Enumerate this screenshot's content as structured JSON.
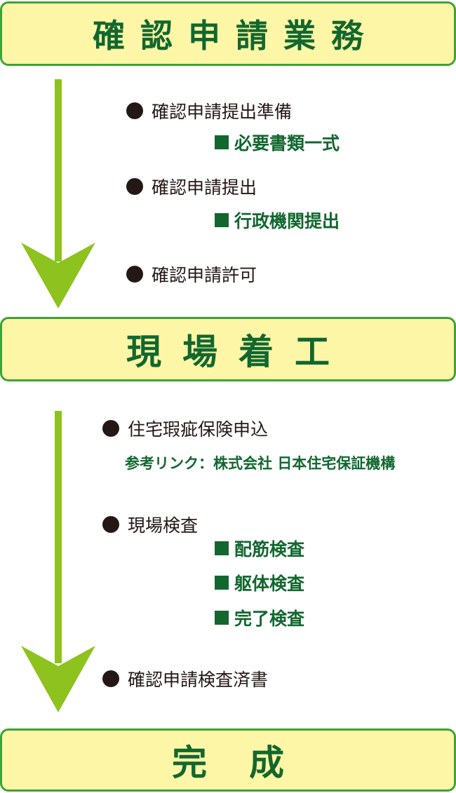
{
  "stages": [
    {
      "title": "確認申請業務"
    },
    {
      "title": "現場着工"
    },
    {
      "title": "完成"
    }
  ],
  "section1": {
    "steps": [
      {
        "label": "確認申請提出準備",
        "sub": [
          "必要書類一式"
        ]
      },
      {
        "label": "確認申請提出",
        "sub": [
          "行政機関提出"
        ]
      },
      {
        "label": "確認申請許可",
        "sub": []
      }
    ]
  },
  "section2": {
    "steps": [
      {
        "label": "住宅瑕疵保険申込",
        "link": "参考リンク：株式会社 日本住宅保証機構"
      },
      {
        "label": "現場検査",
        "sub": [
          "配筋検査",
          "躯体検査",
          "完了検査"
        ]
      },
      {
        "label": "確認申請検査済書"
      }
    ]
  },
  "colors": {
    "box_fill": "#fcf6a6",
    "box_border": "#3ea336",
    "title_text": "#12672f",
    "arrow": "#8dc21f",
    "sub_text": "#12672f",
    "body_text": "#231815"
  }
}
